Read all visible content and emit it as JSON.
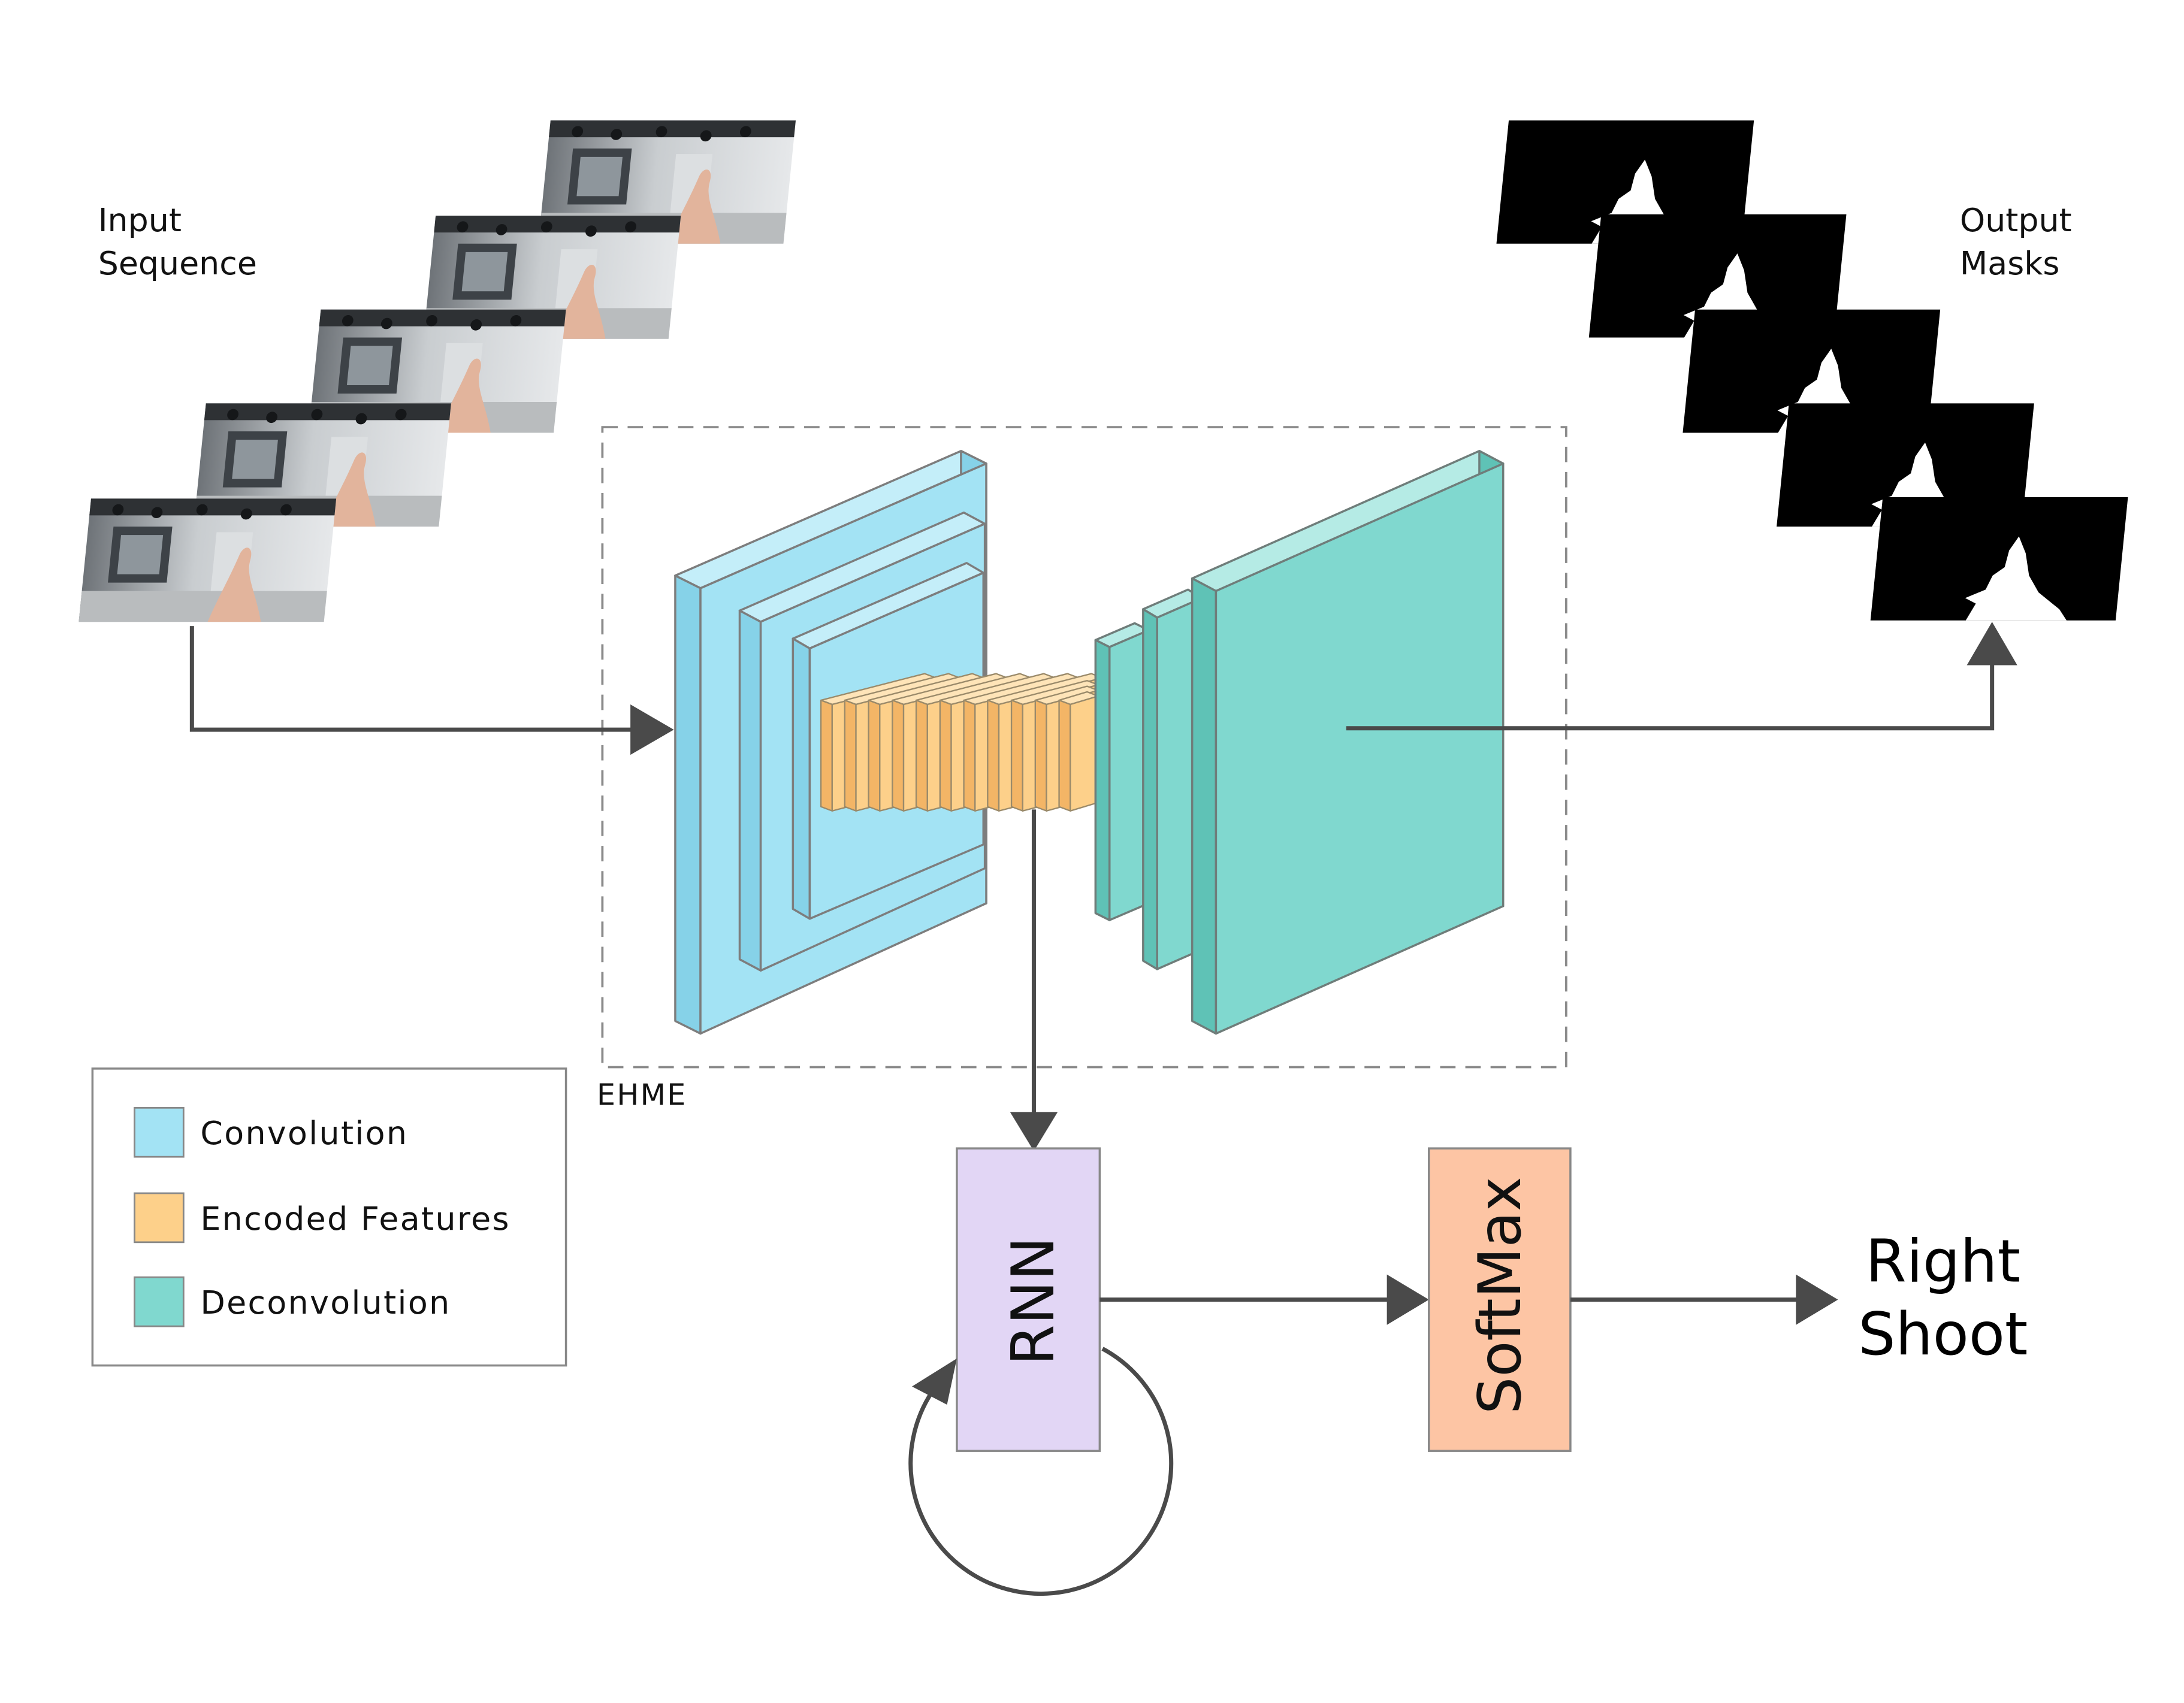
{
  "labels": {
    "input": [
      "Input",
      "Sequence"
    ],
    "output": [
      "Output",
      "Masks"
    ],
    "module": "EHME",
    "rnn": "RNN",
    "softmax": "SoftMax",
    "prediction": [
      "Right",
      "Shoot"
    ]
  },
  "legend": [
    {
      "label": "Convolution",
      "color": "#a3e3f4"
    },
    {
      "label": "Encoded Features",
      "color": "#fdd08a"
    },
    {
      "label": "Deconvolution",
      "color": "#80d8cf"
    }
  ],
  "colors": {
    "convolution": "#a3e3f4",
    "encoded": "#fdd08a",
    "deconvolution": "#80d8cf",
    "rnn": "#e2d6f5",
    "softmax": "#fdc5a4",
    "arrow": "#4a4a4a",
    "edge": "#7a7a7a"
  },
  "input_frame_count": 5,
  "output_mask_count": 5
}
